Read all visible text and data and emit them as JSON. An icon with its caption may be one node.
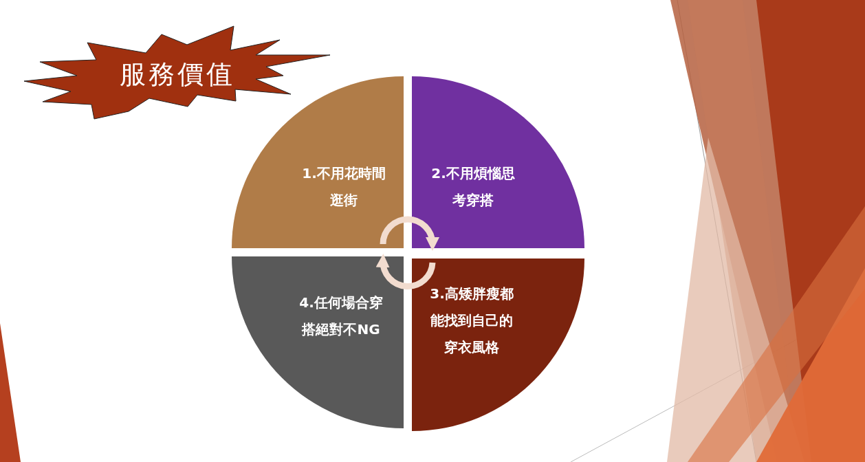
{
  "diagram": {
    "nodes": [
      {
        "text": [
          "服務價值"
        ]
      },
      {
        "text": [
          "1.不用花時間逛街"
        ]
      },
      {
        "text": [
          "2.不用煩惱思考穿搭"
        ]
      },
      {
        "text": [
          "3.高矮胖瘦都能找到自己的穿衣風格"
        ]
      },
      {
        "text": [
          "4.任何場合穿搭絕對不NG"
        ]
      }
    ],
    "edges": [
      {
        "from": 1,
        "to": 2,
        "arrow": "to"
      },
      {
        "from": 3,
        "to": 4,
        "arrow": "to"
      }
    ]
  }
}
